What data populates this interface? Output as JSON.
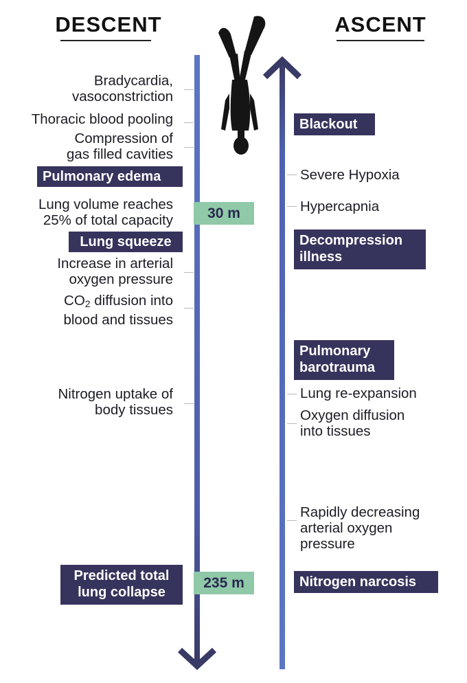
{
  "headers": {
    "descent": "DESCENT",
    "ascent": "ASCENT"
  },
  "depths": {
    "d1": "30 m",
    "d2": "235 m"
  },
  "descent_items": {
    "bradycardia_1": "Bradycardia,",
    "bradycardia_2": "vasoconstriction",
    "thoracic": "Thoracic blood pooling",
    "compression_1": "Compression of",
    "compression_2": "gas filled cavities",
    "lungvol_1": "Lung volume reaches",
    "lungvol_2": "25% of total capacity",
    "arterial_1": "Increase in arterial",
    "arterial_2": "oxygen pressure",
    "co2_a": "CO",
    "co2_sub": "2",
    "co2_b": " diffusion into",
    "co2_2": "blood and tissues",
    "nitrogen_1": "Nitrogen uptake of",
    "nitrogen_2": "body tissues"
  },
  "descent_badges": {
    "edema": "Pulmonary edema",
    "squeeze": "Lung squeeze",
    "collapse_1": "Predicted total",
    "collapse_2": "lung collapse"
  },
  "ascent_items": {
    "hypoxia": "Severe Hypoxia",
    "hypercapnia": "Hypercapnia",
    "reexpansion": "Lung re-expansion",
    "o2diff_1": "Oxygen diffusion",
    "o2diff_2": "into tissues",
    "rapid_1": "Rapidly decreasing",
    "rapid_2": "arterial oxygen",
    "rapid_3": "pressure"
  },
  "ascent_badges": {
    "blackout": "Blackout",
    "decomp_1": "Decompression",
    "decomp_2": "illness",
    "baro_1": "Pulmonary",
    "baro_2": "barotrauma",
    "narcosis": "Nitrogen narcosis"
  },
  "colors": {
    "arrow_top": "#5b77c4",
    "arrow_bottom": "#3a3a66",
    "badge": "#36335c",
    "depth_tag": "#8fc9a8"
  },
  "icons": {
    "diver": "freediver-silhouette-icon"
  }
}
